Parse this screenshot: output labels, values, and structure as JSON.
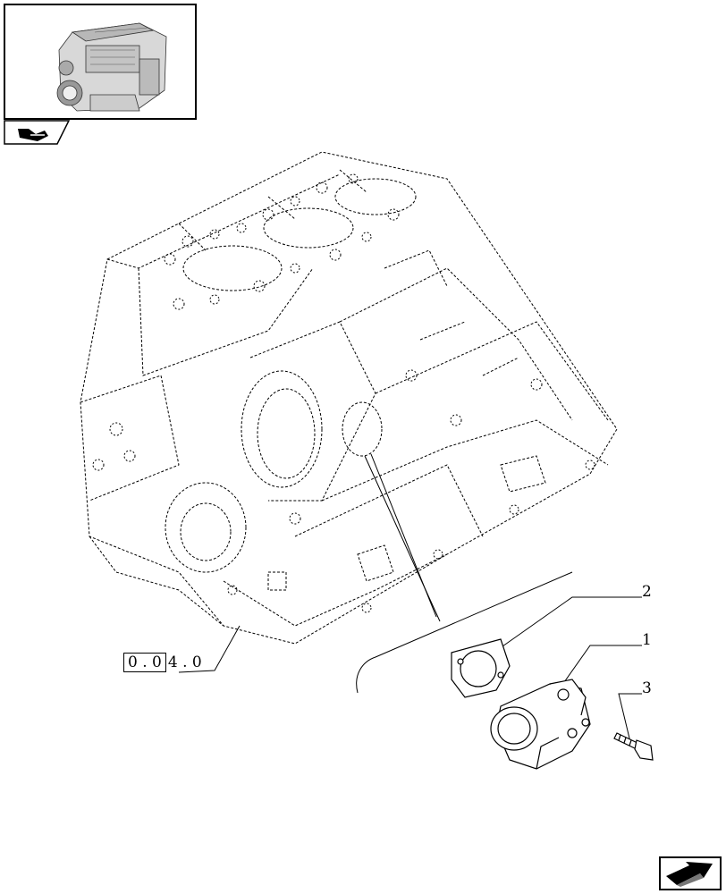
{
  "reference": {
    "boxed_part": "0 . 0",
    "trailing_part": "4 . 0"
  },
  "callouts": [
    {
      "id": "1",
      "label": "1"
    },
    {
      "id": "2",
      "label": "2"
    },
    {
      "id": "3",
      "label": "3"
    }
  ],
  "icons": {
    "thumbnail": "engine-thumbnail-icon",
    "tab": "engine-section-tab-icon",
    "nav": "next-page-arrow-icon"
  },
  "colors": {
    "line": "#000000",
    "background": "#ffffff"
  }
}
